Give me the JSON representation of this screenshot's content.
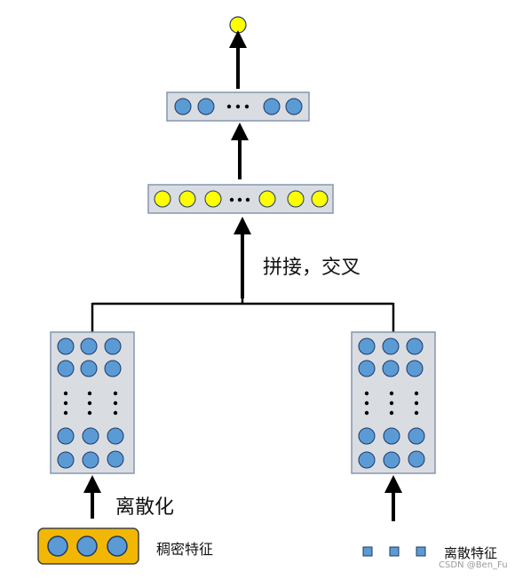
{
  "labels": {
    "concat_cross": "拼接，交叉",
    "discretize": "离散化",
    "dense_features": "稠密特征",
    "sparse_features": "离散特征",
    "watermark": "CSDN @Ben_Fu"
  },
  "colors": {
    "blue_node": "#5b9bd5",
    "yellow_node": "#ffff00",
    "box_fill": "#d9dde2",
    "box_border": "#8497b0",
    "dense_box_fill": "#f2b705",
    "arrow": "#000000"
  }
}
